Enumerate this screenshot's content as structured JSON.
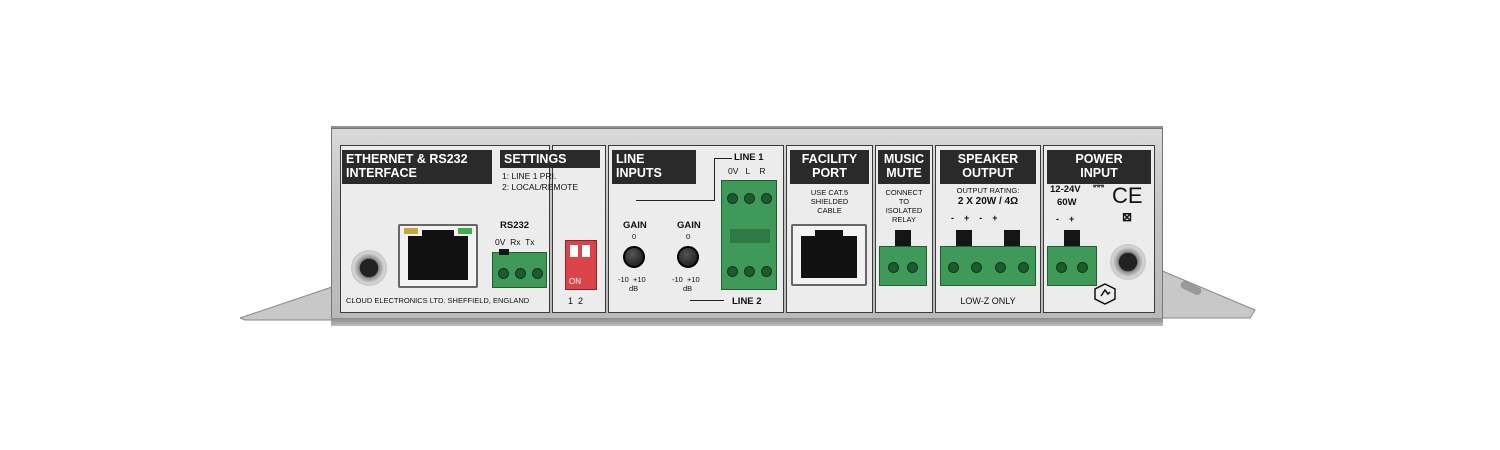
{
  "device": {
    "chassis_color": "#c4c4c4",
    "label_color": "#2a2a2a",
    "connector_color": "#3f9a5a",
    "dip_color": "#d9434a"
  },
  "ethernet": {
    "title_line1": "ETHERNET & RS232",
    "title_line2": "INTERFACE",
    "rs232_label": "RS232",
    "rs232_pins": "0V  Rx  Tx",
    "maker": "CLOUD ELECTRONICS LTD. SHEFFIELD, ENGLAND"
  },
  "settings": {
    "title": "SETTINGS",
    "line1": "1: LINE 1 PRI.",
    "line2": "2: LOCAL/REMOTE",
    "dip_on": "ON",
    "dip_nums": "1 2",
    "dip_below": "1  2"
  },
  "line_inputs": {
    "title_line1": "LINE",
    "title_line2": "INPUTS",
    "line1_label": "LINE 1",
    "line1_pins": "0V   L    R",
    "line2_label": "LINE 2",
    "gain_label": "GAIN",
    "gain_zero": "0",
    "gain_range": "-10  +10",
    "gain_unit": "dB"
  },
  "facility": {
    "title_line1": "FACILITY",
    "title_line2": "PORT",
    "note_line1": "USE CAT.5",
    "note_line2": "SHIELDED",
    "note_line3": "CABLE"
  },
  "music_mute": {
    "title_line1": "MUSIC",
    "title_line2": "MUTE",
    "note_line1": "CONNECT",
    "note_line2": "TO",
    "note_line3": "ISOLATED",
    "note_line4": "RELAY"
  },
  "speaker": {
    "title_line1": "SPEAKER",
    "title_line2": "OUTPUT",
    "rating_label": "OUTPUT RATING:",
    "rating_value": "2 X 20W / 4Ω",
    "polarity": "-    +    -    +",
    "footer": "LOW-Z ONLY"
  },
  "power": {
    "title_line1": "POWER",
    "title_line2": "INPUT",
    "voltage": "12-24V",
    "dc_symbol": "⎓",
    "wattage": "60W",
    "ce_mark": "CE",
    "polarity": "-    +"
  }
}
